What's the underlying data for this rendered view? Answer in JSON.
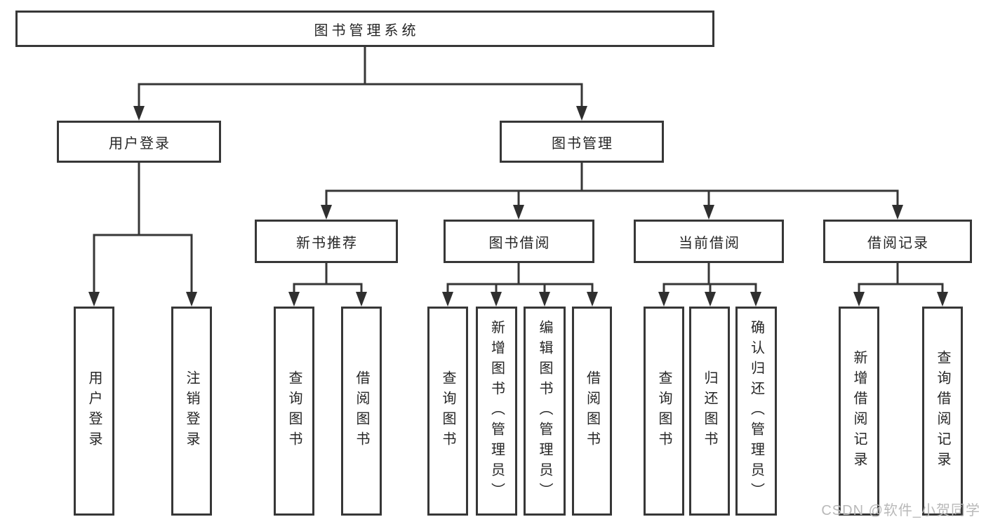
{
  "tree": {
    "label": "图书管理系统",
    "children": [
      {
        "label": "用户登录",
        "children": [
          {
            "label": "用户登录"
          },
          {
            "label": "注销登录"
          }
        ]
      },
      {
        "label": "图书管理",
        "children": [
          {
            "label": "新书推荐",
            "children": [
              {
                "label": "查询图书"
              },
              {
                "label": "借阅图书"
              }
            ]
          },
          {
            "label": "图书借阅",
            "children": [
              {
                "label": "查询图书"
              },
              {
                "label": "新增图书（管理员）"
              },
              {
                "label": "编辑图书（管理员）"
              },
              {
                "label": "借阅图书"
              }
            ]
          },
          {
            "label": "当前借阅",
            "children": [
              {
                "label": "查询图书"
              },
              {
                "label": "归还图书"
              },
              {
                "label": "确认归还（管理员）"
              }
            ]
          },
          {
            "label": "借阅记录",
            "children": [
              {
                "label": "新增借阅记录"
              },
              {
                "label": "查询借阅记录"
              }
            ]
          }
        ]
      }
    ]
  },
  "watermark": {
    "text": "CSDN @软件_小贺同学"
  },
  "colors": {
    "line": "#373737",
    "box_border": "#373737",
    "text": "#262626",
    "watermark": "#b9b9b9",
    "background": "#ffffff"
  }
}
